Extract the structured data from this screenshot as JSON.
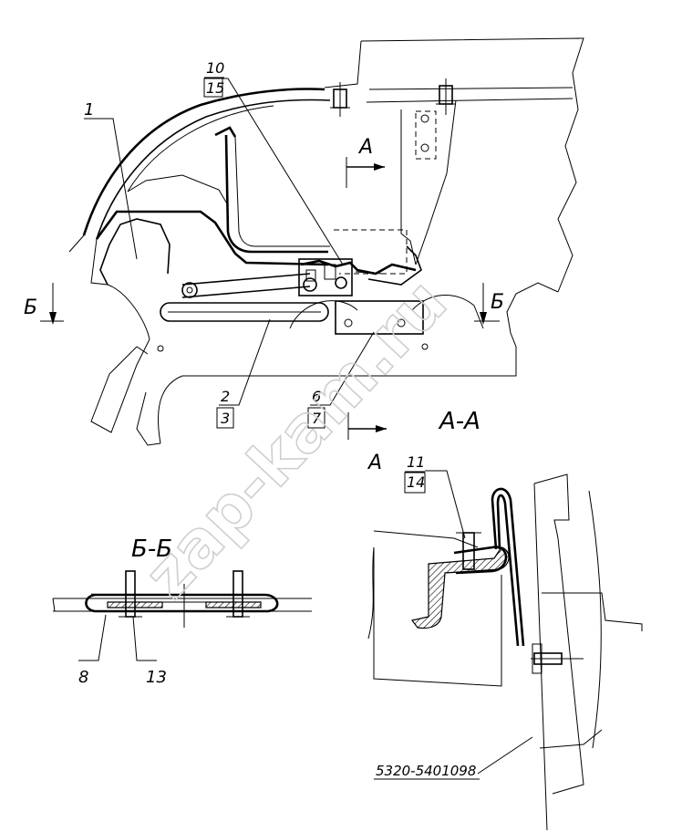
{
  "labels": {
    "callout_1": "1",
    "callout_2": "2",
    "callout_3": "3",
    "callout_6": "6",
    "callout_7": "7",
    "callout_8": "8",
    "callout_10": "10",
    "callout_11": "11",
    "callout_13": "13",
    "callout_14": "14",
    "callout_15": "15",
    "section_a_marker_top": "А",
    "section_a_marker_bottom": "А",
    "section_b_marker_left": "Б",
    "section_b_marker_right": "Б",
    "view_aa_title": "А-А",
    "view_bb_title": "Б-Б",
    "part_number": "5320-5401098"
  },
  "watermark": "zap-kam.ru",
  "colors": {
    "ink": "#000000",
    "watermark": "#cfcfcf",
    "background": "#ffffff"
  }
}
